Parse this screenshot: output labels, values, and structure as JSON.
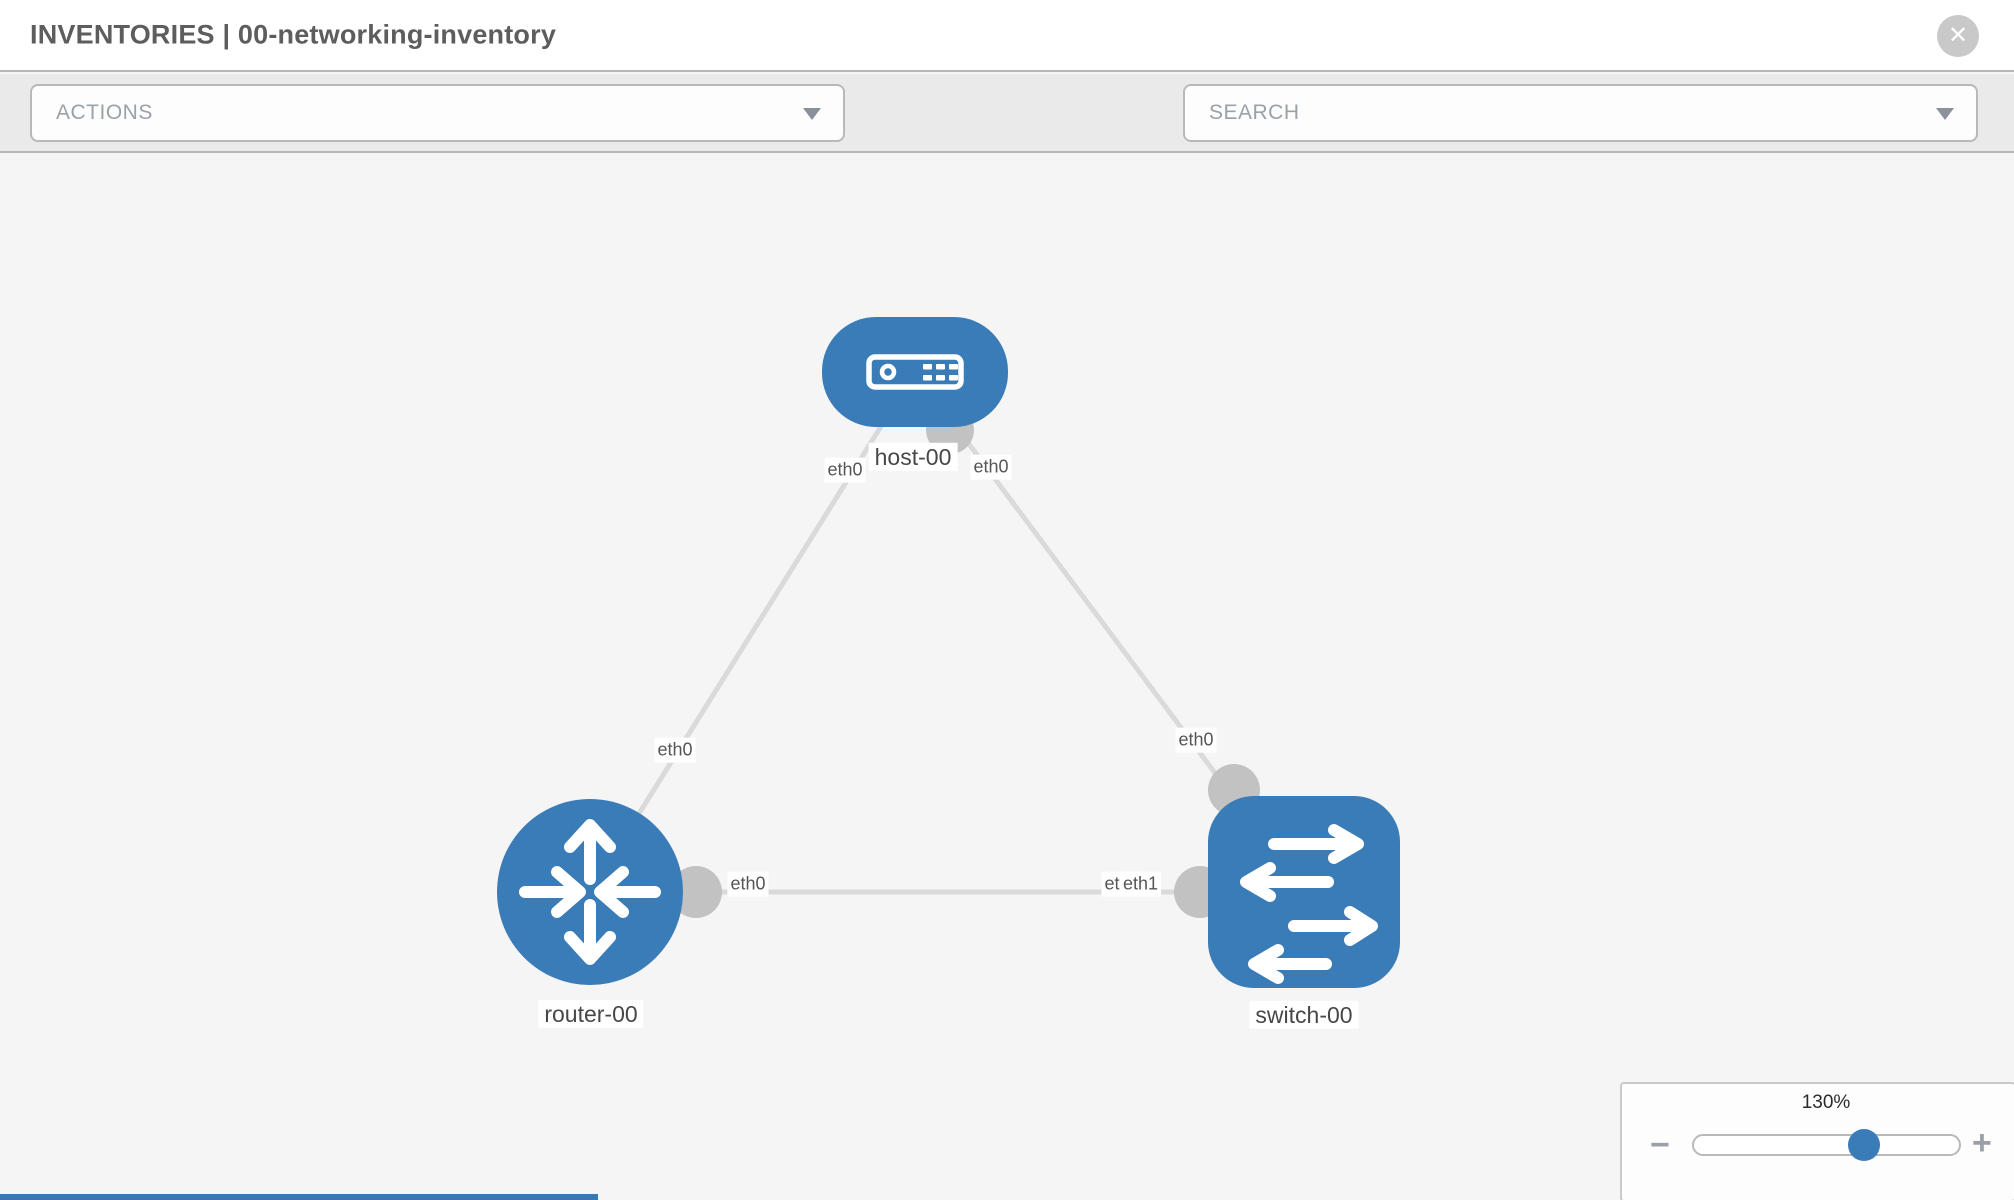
{
  "header": {
    "title": "INVENTORIES | 00-networking-inventory",
    "close_icon": "close-circle-x"
  },
  "toolbar": {
    "actions": {
      "placeholder": "ACTIONS"
    },
    "search": {
      "placeholder": "SEARCH"
    },
    "icons": [
      "wrench-icon",
      "key-icon"
    ]
  },
  "topology": {
    "nodes": [
      {
        "name": "host-00",
        "type": "host"
      },
      {
        "name": "router-00",
        "type": "router"
      },
      {
        "name": "switch-00",
        "type": "switch"
      }
    ],
    "links": [
      {
        "from": "host-00",
        "to": "router-00"
      },
      {
        "from": "host-00",
        "to": "switch-00"
      },
      {
        "from": "router-00",
        "to": "switch-00"
      }
    ],
    "interfaces": {
      "host_to_router_at_host": "eth0",
      "host_to_router_at_router": "eth0",
      "host_to_switch_at_host": "eth0",
      "host_to_switch_at_switch": "eth0",
      "router_to_switch_at_router": "eth0",
      "router_to_switch_at_switch_under": "eth0",
      "router_to_switch_at_switch_over": "eth1"
    }
  },
  "zoom_control": {
    "level": "130%",
    "minus": "−",
    "plus": "+"
  },
  "colors": {
    "node_blue": "#3a7cb8",
    "link_gray": "#dadada",
    "interface_dot_gray": "#c2c2c2",
    "toolbar_bg": "#eaeaea",
    "canvas_bg": "#f5f5f5",
    "icon_gray": "#8b919b"
  }
}
